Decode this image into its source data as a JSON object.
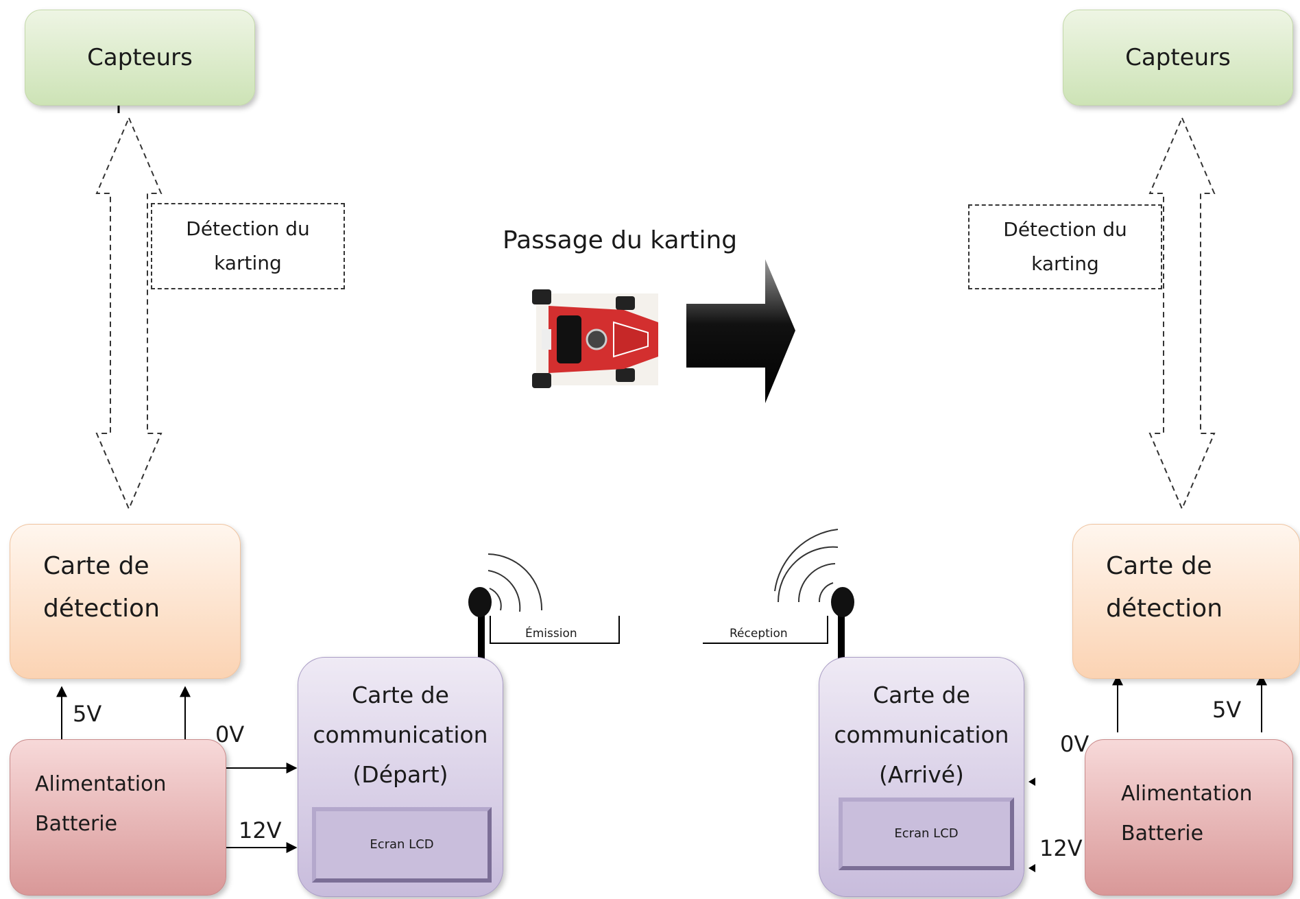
{
  "sensors": {
    "left": "Capteurs",
    "right": "Capteurs"
  },
  "detection_labels": {
    "left": "Détection du\nkarting",
    "right": "Détection du\nkarting"
  },
  "passage_title": "Passage du karting",
  "detection_cards": {
    "left": "Carte de\ndétection",
    "right": "Carte de\ndétection"
  },
  "power": {
    "left": "Alimentation\nBatterie",
    "right": "Alimentation\nBatterie"
  },
  "voltages": {
    "left_5v": "5V",
    "left_0v": "0V",
    "left_12v": "12V",
    "right_5v": "5V",
    "right_0v": "0V",
    "right_12v": "12V"
  },
  "comm_cards": {
    "left": "Carte de\ncommunication\n(Départ)",
    "right": "Carte de\ncommunication\n(Arrivé)"
  },
  "lcd": {
    "left": "Ecran LCD",
    "right": "Ecran LCD"
  },
  "radio": {
    "emission": "Émission",
    "reception": "Réception"
  },
  "colors": {
    "sensor": "#cde3b6",
    "detection_card": "#fbd3b3",
    "power": "#d99898",
    "comm_card": "#c8bcdc",
    "kart_red": "#d32f2f"
  }
}
